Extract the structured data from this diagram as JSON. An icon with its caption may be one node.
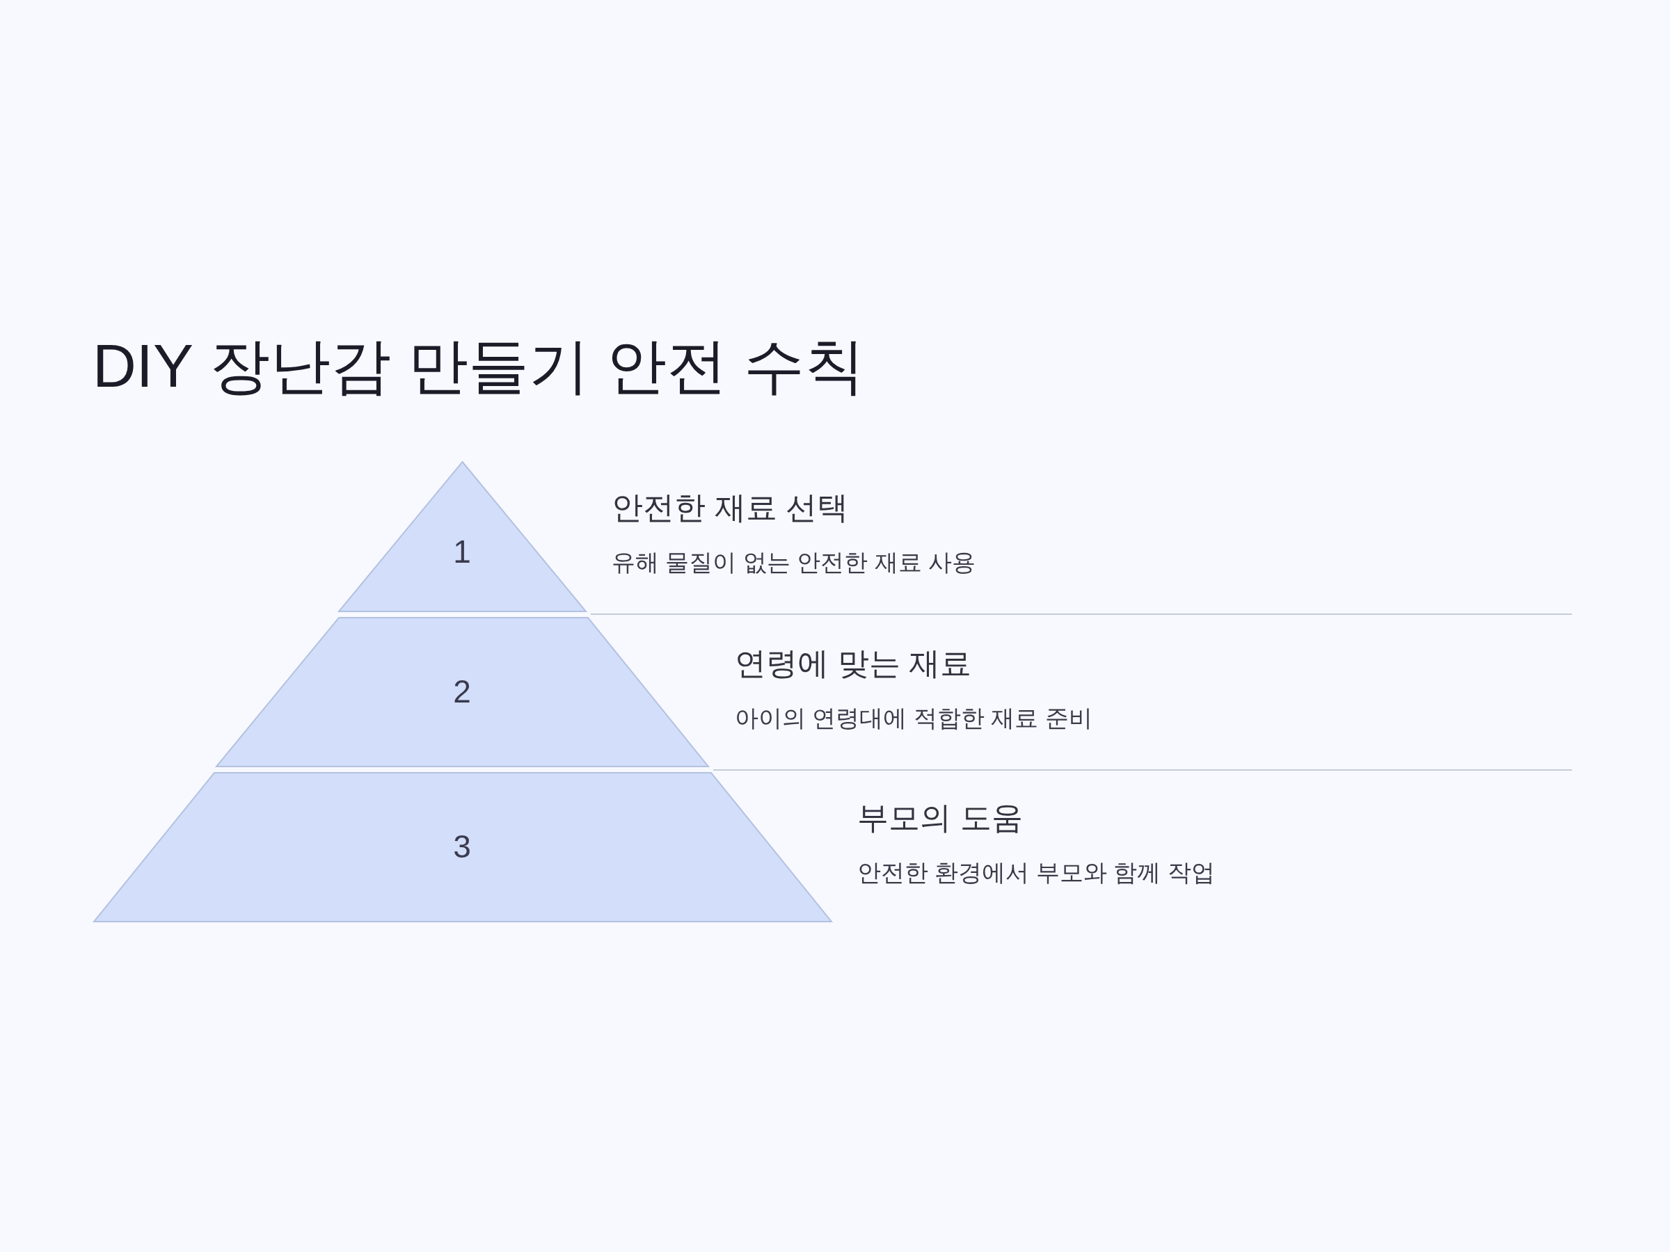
{
  "diagram": {
    "title": "DIY 장난감 만들기 안전 수칙",
    "nodes": [
      {
        "text": [
          "1"
        ],
        "beside": [
          "안전한 재료 선택",
          "유해 물질이 없는 안전한 재료 사용"
        ]
      },
      {
        "text": [
          "2"
        ],
        "beside": [
          "연령에 맞는 재료",
          "아이의 연령대에 적합한 재료 준비"
        ]
      },
      {
        "text": [
          "3"
        ],
        "beside": [
          "부모의 도움",
          "안전한 환경에서 부모와 함께 작업"
        ]
      }
    ]
  }
}
